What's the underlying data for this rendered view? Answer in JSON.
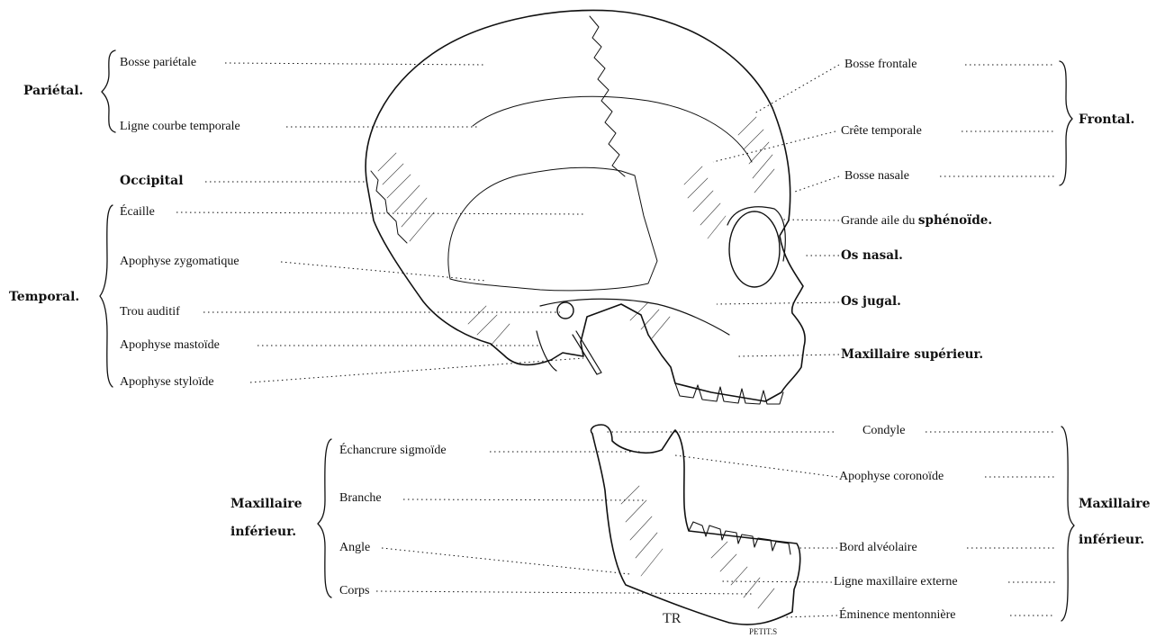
{
  "groups": {
    "parietal": "Pariétal.",
    "frontal": "Frontal.",
    "temporal": "Temporal.",
    "occipital": "Occipital",
    "maxinf_left_1": "Maxillaire",
    "maxinf_left_2": "inférieur.",
    "maxinf_right_1": "Maxillaire",
    "maxinf_right_2": "inférieur."
  },
  "labels": {
    "bosse_parietale": "Bosse pariétale",
    "ligne_courbe": "Ligne courbe temporale",
    "ecaille": "Écaille",
    "apophyse_zygomatique": "Apophyse zygomatique",
    "trou_auditif": "Trou auditif",
    "apophyse_mastoide": "Apophyse mastoïde",
    "apophyse_styloide": "Apophyse styloïde",
    "bosse_frontale": "Bosse frontale",
    "crete_temporale": "Crête temporale",
    "bosse_nasale": "Bosse nasale",
    "grande_aile_prefix": "Grande aile du ",
    "grande_aile_bold": "sphénoïde.",
    "os_nasal": "Os nasal.",
    "os_jugal": "Os jugal.",
    "maxillaire_superieur": "Maxillaire supérieur.",
    "echancrure": "Échancrure sigmoïde",
    "branche": "Branche",
    "angle": "Angle",
    "corps": "Corps",
    "condyle": "Condyle",
    "apophyse_coronoide": "Apophyse coronoïde",
    "bord_alveolaire": "Bord alvéolaire",
    "ligne_maxillaire": "Ligne maxillaire externe",
    "eminence": "Éminence mentonnière"
  },
  "marks": {
    "monogram": "TR",
    "engraver": "PETIT.S"
  }
}
